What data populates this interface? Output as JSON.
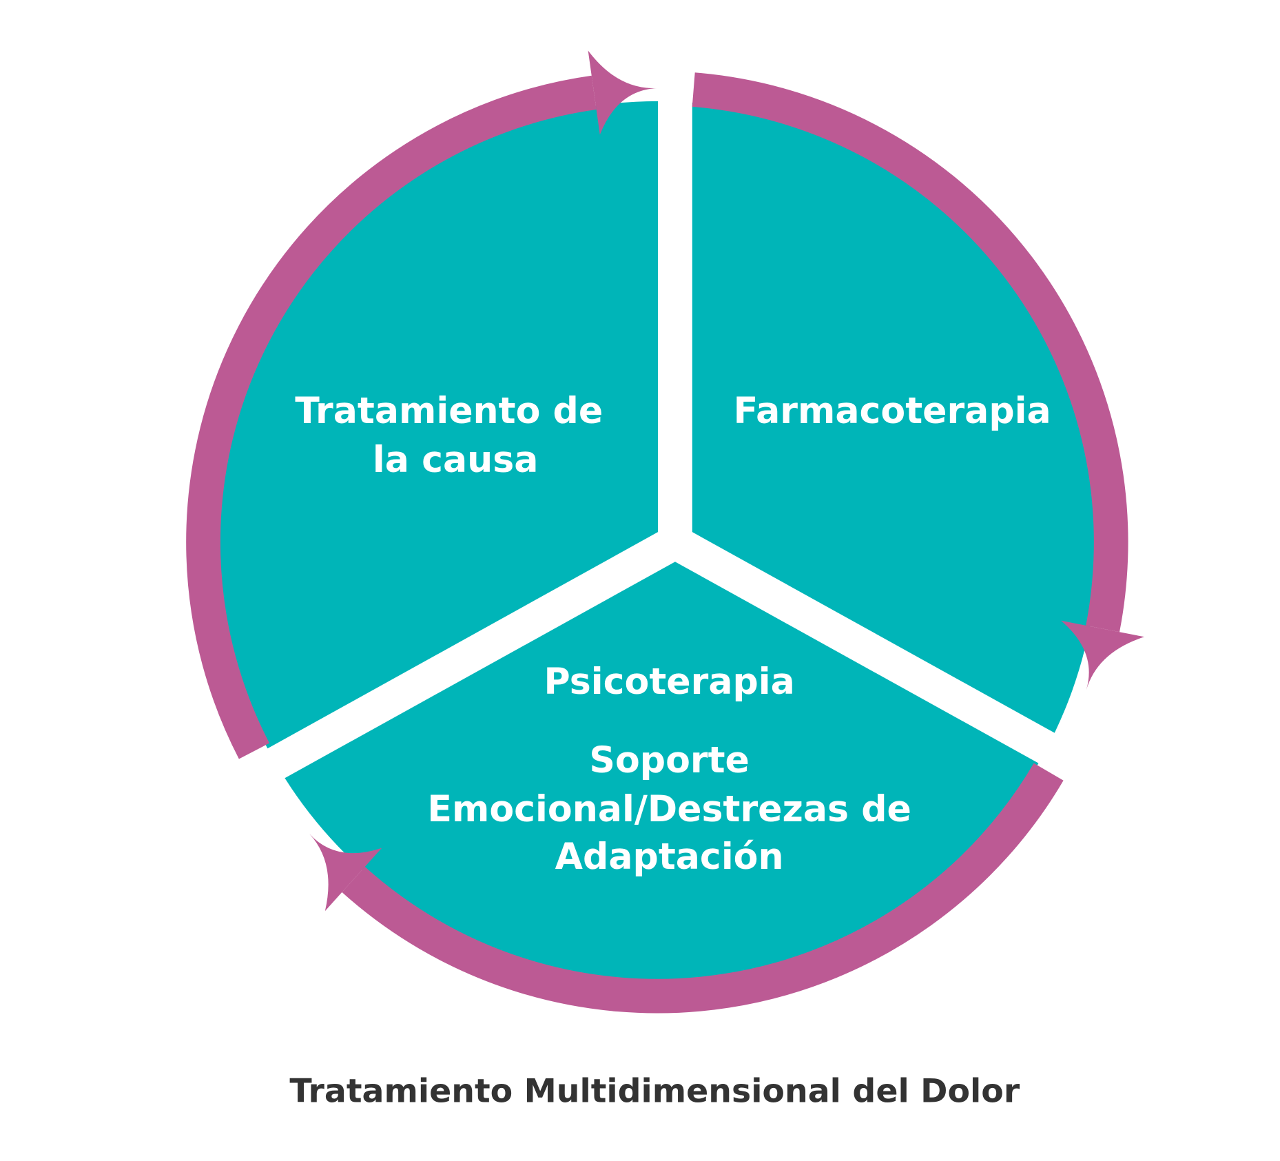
{
  "diagram": {
    "title": "Tratamiento Multidimensional del Dolor",
    "segments": [
      {
        "lines": [
          "Tratamiento de",
          "la causa"
        ]
      },
      {
        "lines": [
          "Farmacoterapia"
        ]
      },
      {
        "lines": [
          "Psicoterapia",
          "Soporte",
          "Emocional/Destrezas de",
          "Adaptación"
        ]
      }
    ],
    "colors": {
      "segment": "#00b5b8",
      "arrow": "#bc5a94",
      "title": "#333333"
    }
  }
}
